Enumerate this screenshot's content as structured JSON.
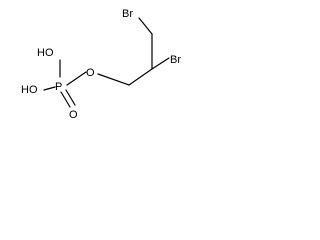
{
  "molecule": {
    "atoms": {
      "br_top": "Br",
      "br_right": "Br",
      "oh_top": "HO",
      "oh_bottom": "HO",
      "p": "P",
      "o_ester": "O",
      "o_double": "O"
    }
  }
}
